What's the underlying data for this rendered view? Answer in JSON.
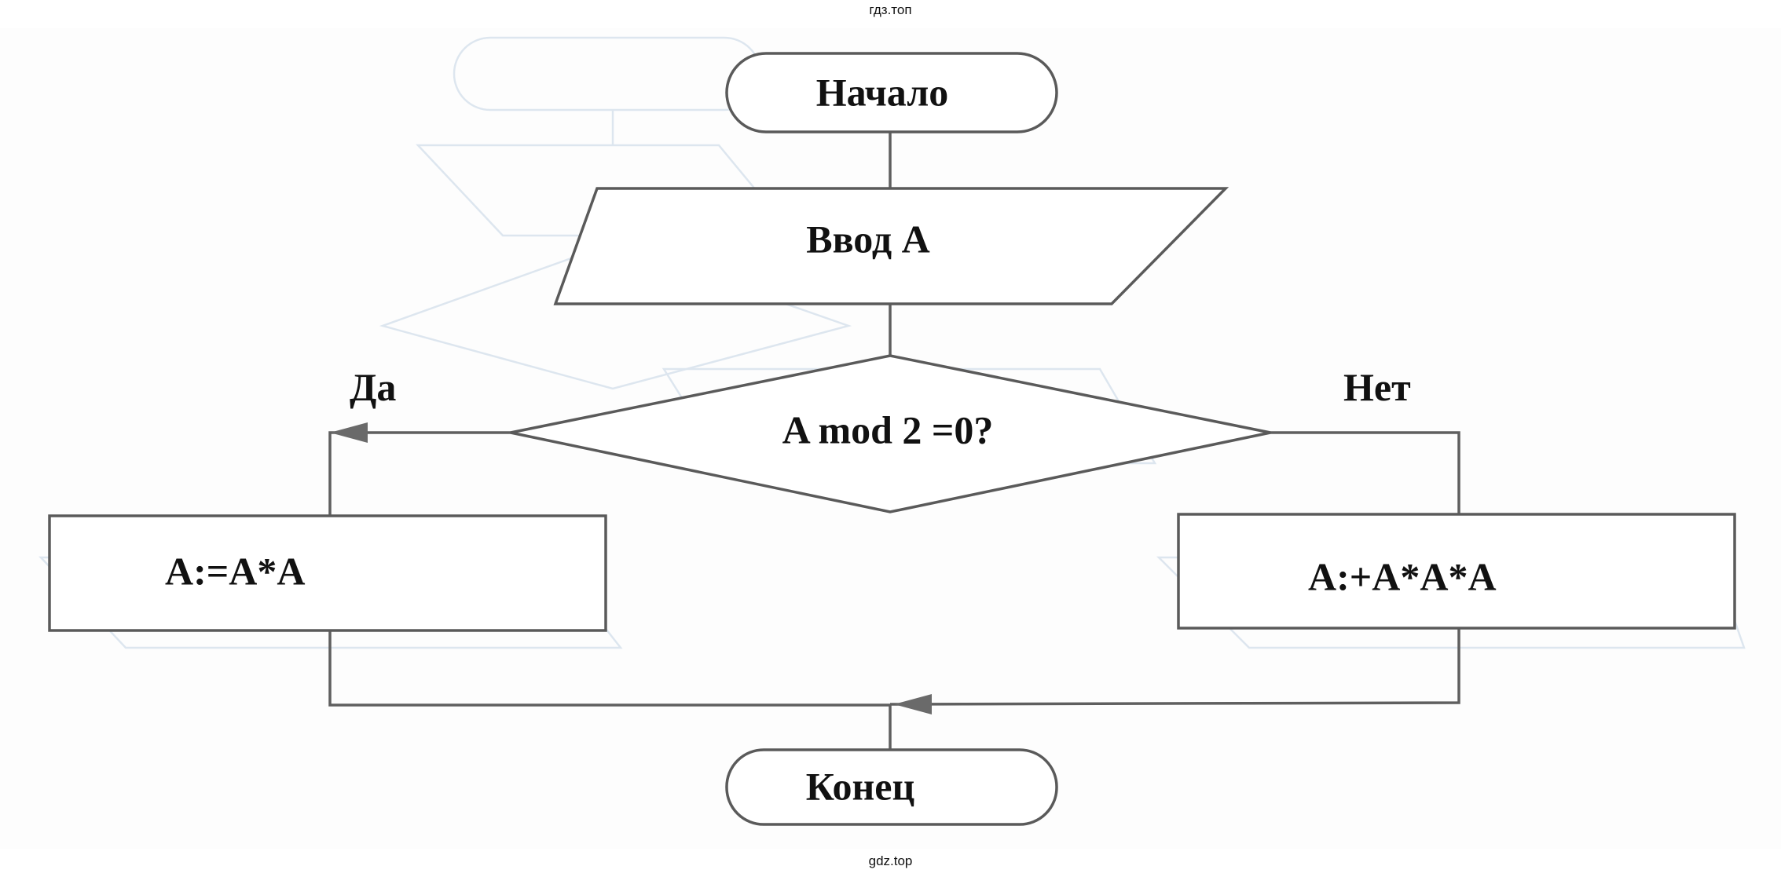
{
  "watermarks": {
    "top": "гдз.топ",
    "bottom": "gdz.top"
  },
  "flowchart": {
    "start": {
      "type": "terminator",
      "label": "Начало"
    },
    "input": {
      "type": "input-output",
      "label": "Ввод А"
    },
    "decision": {
      "type": "decision",
      "label": "A mod 2 =0?"
    },
    "branch_yes": {
      "label": "Да"
    },
    "branch_no": {
      "label": "Нет"
    },
    "process_yes": {
      "type": "process",
      "label": "A:=A*A"
    },
    "process_no": {
      "type": "process",
      "label": "A:+A*A*A"
    },
    "end": {
      "type": "terminator",
      "label": "Конец"
    },
    "edges": [
      {
        "from": "start",
        "to": "input"
      },
      {
        "from": "input",
        "to": "decision"
      },
      {
        "from": "decision",
        "to": "process_yes",
        "label": "Да"
      },
      {
        "from": "decision",
        "to": "process_no",
        "label": "Нет"
      },
      {
        "from": "process_yes",
        "to": "end"
      },
      {
        "from": "process_no",
        "to": "end"
      }
    ],
    "colors": {
      "stroke": "#5a5a5a",
      "text": "#111111",
      "background": "#ffffff"
    }
  }
}
